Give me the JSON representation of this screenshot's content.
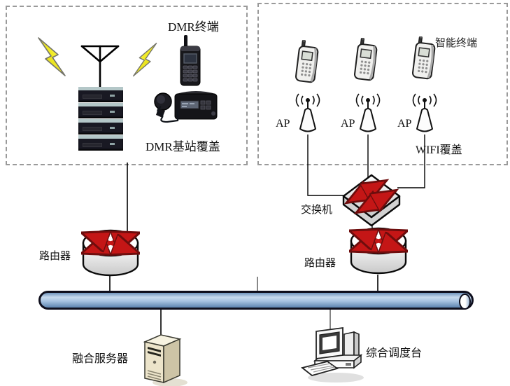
{
  "dmr_zone": {
    "terminal_label": "DMR终端",
    "coverage_label": "DMR基站覆盖"
  },
  "wifi_zone": {
    "terminal_label": "智能终端",
    "ap_labels": [
      "AP",
      "AP",
      "AP"
    ],
    "coverage_label": "WIFI覆盖"
  },
  "core": {
    "switch_label": "交换机",
    "router_left_label": "路由器",
    "router_right_label": "路由器"
  },
  "bottom": {
    "server_label": "融合服务器",
    "console_label": "综合调度台"
  },
  "icons": {
    "lightning": "lightning-bolt",
    "antenna": "antenna-mast",
    "base_station_rack": "server-rack",
    "dmr_handheld": "handheld-radio",
    "dmr_mobile": "mobile-radio-with-mic",
    "smartphone": "feature-phone",
    "access_point": "wifi-ap-antenna",
    "switch": "network-switch-3d",
    "router": "router-cylinder",
    "bus": "backbone-pipe",
    "server": "tower-server",
    "console": "desktop-computer"
  },
  "colors": {
    "lightning_yellow": "#f0e91e",
    "arrow_red": "#c41616",
    "bus_blue": "#8fb3da",
    "rack_top": "#b4c7c8",
    "rack_body": "#191923",
    "server_beige": "#ece4ca",
    "line_black": "#000000",
    "box_border_gray": "#9a9a9a"
  }
}
